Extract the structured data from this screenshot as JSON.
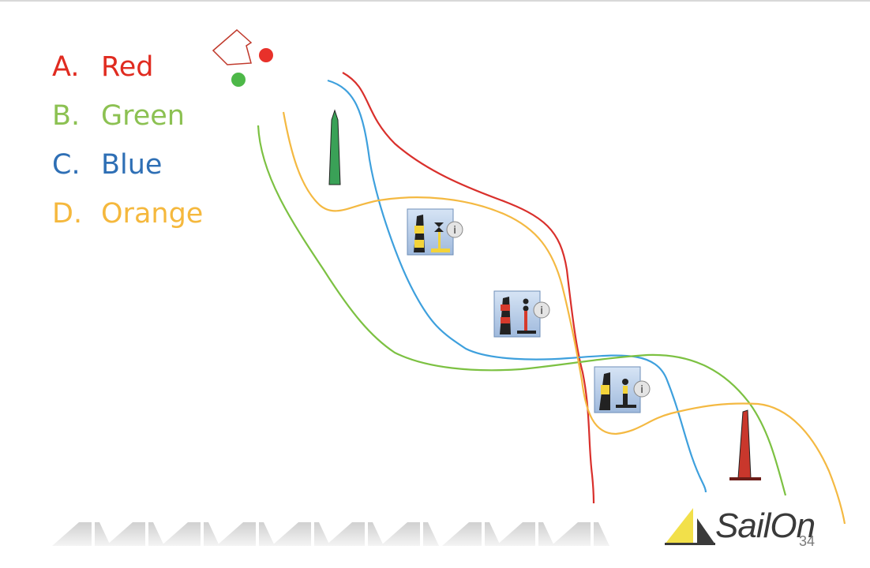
{
  "options": [
    {
      "letter": "A.",
      "label": "Red",
      "color": "#e02b20"
    },
    {
      "letter": "B.",
      "label": "Green",
      "color": "#8cc152"
    },
    {
      "letter": "C.",
      "label": "Blue",
      "color": "#2e6fb5"
    },
    {
      "letter": "D.",
      "label": "Orange",
      "color": "#f5b83d"
    }
  ],
  "course_colors": {
    "red": "#d9302c",
    "blue": "#3ea0dd",
    "green": "#7cc142",
    "orange": "#f4b942"
  },
  "marks": {
    "start_pin": "#e8312a",
    "start_boat_end": "#4db848",
    "green_mark": "#3aa157",
    "red_mark": "#c9372c"
  },
  "icons": [
    "boat-outline-icon",
    "cardinal-mark-icon",
    "isolated-danger-mark-icon",
    "cardinal-mark-icon"
  ],
  "logo": {
    "text": "SailOn",
    "accent": "#f2e04a"
  },
  "page_number": "34"
}
